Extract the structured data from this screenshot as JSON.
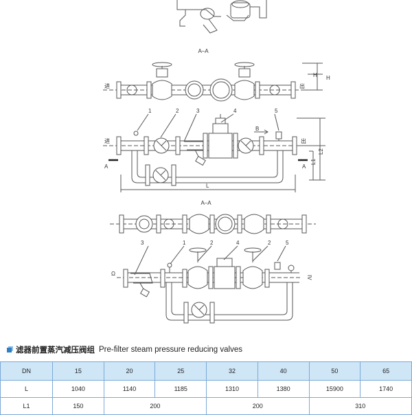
{
  "drawing": {
    "section_top": "A–A",
    "section_bottom": "A–A",
    "label_inlet": "进",
    "label_outlet": "出",
    "dim_H": "H",
    "dim_L": "L",
    "dim_L1": "L1",
    "dim_L2": "L2",
    "dim_B": "B",
    "mark_A": "A",
    "omega": "Ω",
    "iv": "IV",
    "callouts_mid": [
      "1",
      "2",
      "3",
      "4",
      "5"
    ],
    "callouts_low": [
      "3",
      "1",
      "2",
      "4",
      "2",
      "5"
    ]
  },
  "heading": {
    "cn": "滤器前置蒸汽减压阀组",
    "en": "Pre-filter steam pressure reducing valves"
  },
  "table": {
    "header": [
      "DN",
      "15",
      "20",
      "25",
      "32",
      "40",
      "50",
      "65"
    ],
    "row_L": [
      "L",
      "1040",
      "1140",
      "1185",
      "1310",
      "1380",
      "15900",
      "1740"
    ],
    "row_L1": [
      "L1",
      "150",
      "200",
      "200",
      "310"
    ]
  },
  "colors": {
    "line": "#555555",
    "header_bg": "#cfe6f7",
    "border": "#7aa9d6",
    "bullet": "#2f7fc1"
  }
}
